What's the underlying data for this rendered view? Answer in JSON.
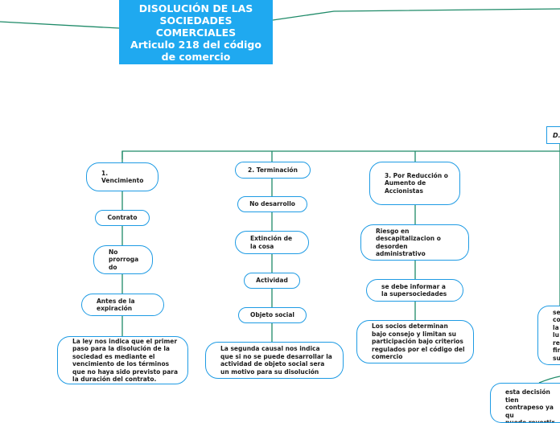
{
  "title": {
    "line1": "DISOLUCIÓN DE LAS",
    "line2": "SOCIEDADES",
    "line3": "COMERCIALES",
    "line4": "Articulo 218 del código",
    "line5": "de comercio"
  },
  "right_tag": "D.",
  "columns": [
    {
      "heading": "1.\nVencimiento",
      "items": [
        "Contrato",
        "No\nprorroga\ndo",
        "Antes de la\nexpiración",
        "La ley nos indica que el  primer\npaso para la disolución de la\nsociedad es mediante el\nvencimiento de los términos\nque no haya sido previsto para\nla duración del contrato."
      ]
    },
    {
      "heading": "2. Terminación",
      "items": [
        "No desarrollo",
        "Extinción de\nla cosa",
        "Actividad",
        "Objeto social",
        "La segunda causal nos indica\nque si no se puede desarrollar la\nactividad de objeto social sera\nun motivo para su disolución"
      ]
    },
    {
      "heading": "3. Por Reducción o\nAumento de\nAccionistas",
      "items": [
        "Riesgo en\ndescapitalizacion o\ndesorden\nadministrativo",
        "se debe informar a\nla supersociedades",
        "Los socios determinan\nbajo consejo y limitan su\nparticipación bajo criterios\nregulados por el código del\ncomercio"
      ]
    }
  ],
  "partial_nodes": {
    "right_mid": "se\nco\nla\nlu\nre\nfin\nsu",
    "bottom_right": "esta decisión tien\ncontrapeso ya qu\npuede revertir me\nevaluación de\ncondiciones y"
  }
}
